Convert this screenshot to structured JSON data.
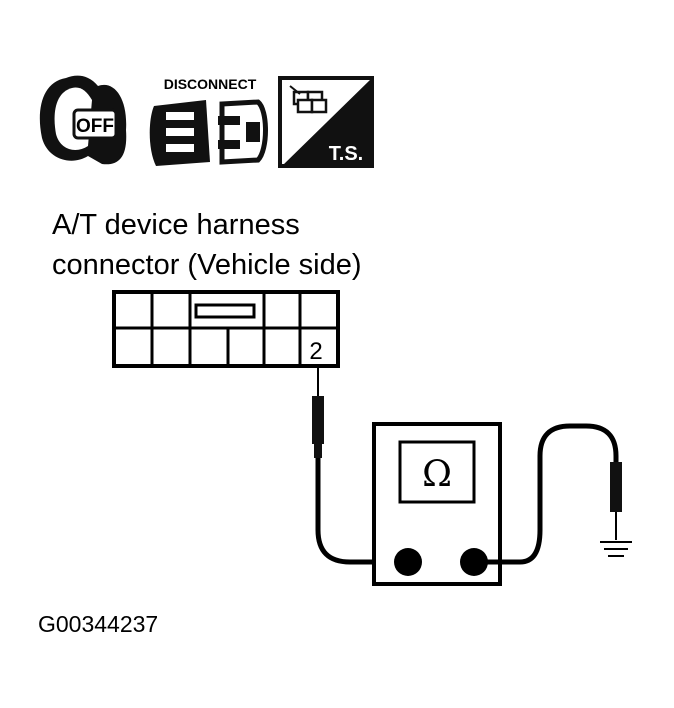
{
  "icons": {
    "ignition_text": "OFF",
    "disconnect_text": "DISCONNECT",
    "ts_text": "T.S."
  },
  "connector": {
    "title_line1": "A/T device harness",
    "title_line2": "connector (Vehicle side)",
    "pin_label": "2"
  },
  "meter": {
    "symbol": "Ω"
  },
  "figure_id": "G00344237"
}
